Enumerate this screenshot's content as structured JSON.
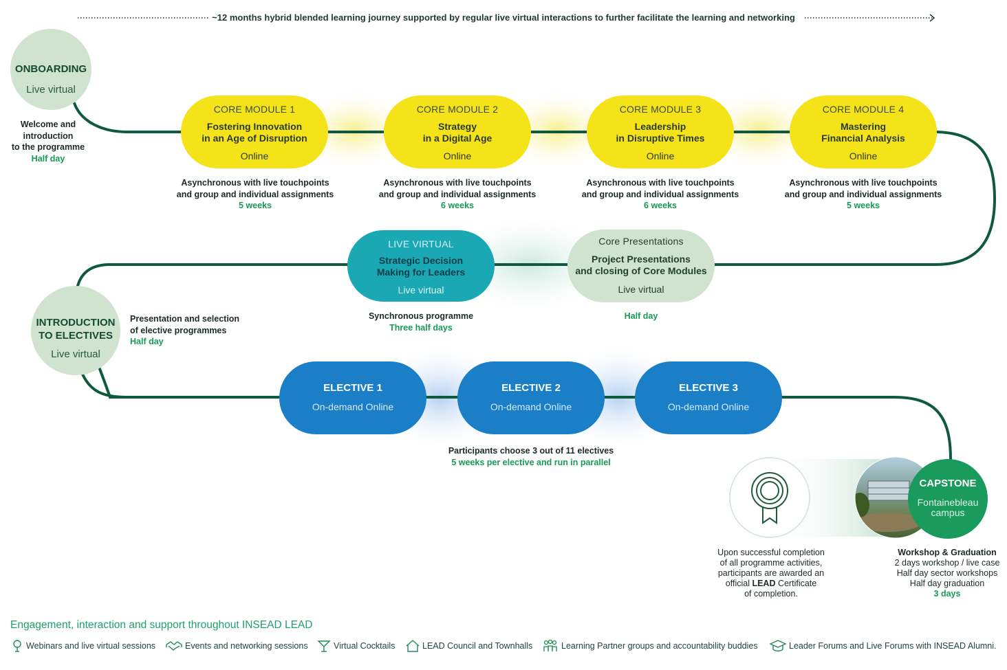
{
  "header": "~12 months hybrid blended learning journey supported by regular live virtual interactions to further facilitate the learning and networking",
  "onboarding": {
    "title": "ONBOARDING",
    "mode": "Live virtual",
    "desc_lines": [
      "Welcome and",
      "introduction",
      "to the programme"
    ],
    "duration": "Half day"
  },
  "core_modules": [
    {
      "label": "CORE MODULE 1",
      "title_lines": [
        "Fostering Innovation",
        "in an Age of Disruption"
      ],
      "mode": "Online",
      "desc_lines": [
        "Asynchronous with live touchpoints",
        "and group and individual assignments"
      ],
      "duration": "5 weeks"
    },
    {
      "label": "CORE MODULE 2",
      "title_lines": [
        "Strategy",
        "in a Digital Age"
      ],
      "mode": "Online",
      "desc_lines": [
        "Asynchronous with live touchpoints",
        "and group and individual assignments"
      ],
      "duration": "6 weeks"
    },
    {
      "label": "CORE MODULE 3",
      "title_lines": [
        "Leadership",
        "in Disruptive Times"
      ],
      "mode": "Online",
      "desc_lines": [
        "Asynchronous with live touchpoints",
        "and group and individual assignments"
      ],
      "duration": "6 weeks"
    },
    {
      "label": "CORE MODULE 4",
      "title_lines": [
        "Mastering",
        "Financial Analysis"
      ],
      "mode": "Online",
      "desc_lines": [
        "Asynchronous with live touchpoints",
        "and group and individual assignments"
      ],
      "duration": "5 weeks"
    }
  ],
  "live_virtual": {
    "label": "LIVE VIRTUAL",
    "title_lines": [
      "Strategic Decision",
      "Making for Leaders"
    ],
    "mode": "Live virtual",
    "desc": "Synchronous programme",
    "duration": "Three half days"
  },
  "core_presentations": {
    "label": "Core Presentations",
    "title_lines": [
      "Project Presentations",
      "and closing of Core Modules"
    ],
    "mode": "Live virtual",
    "duration": "Half day"
  },
  "intro_electives": {
    "title_lines": [
      "INTRODUCTION",
      "TO ELECTIVES"
    ],
    "mode": "Live virtual",
    "desc_lines": [
      "Presentation and selection",
      "of elective programmes"
    ],
    "duration": "Half day"
  },
  "electives": [
    {
      "title": "ELECTIVE 1",
      "mode": "On-demand Online"
    },
    {
      "title": "ELECTIVE 2",
      "mode": "On-demand Online"
    },
    {
      "title": "ELECTIVE 3",
      "mode": "On-demand Online"
    }
  ],
  "electives_desc": "Participants choose 3 out of 11 electives",
  "electives_duration": "5 weeks per elective and run in parallel",
  "certificate": {
    "line1": "Upon successful completion",
    "line2": "of all programme activities,",
    "line3": "participants are awarded an",
    "line4_pre": "official ",
    "line4_bold": "LEAD",
    "line4_post": " Certificate",
    "line5": "of completion."
  },
  "capstone": {
    "title": "CAPSTONE",
    "location_lines": [
      "Fontainebleau",
      "campus"
    ],
    "desc_title": "Workshop & Graduation",
    "desc_lines": [
      "2 days workshop / live case",
      "Half day sector workshops",
      "Half day graduation"
    ],
    "duration": "3 days"
  },
  "footer": {
    "title": "Engagement, interaction and support throughout INSEAD LEAD",
    "items": [
      {
        "icon": "microphone-icon",
        "label": "Webinars and live virtual sessions"
      },
      {
        "icon": "handshake-icon",
        "label": "Events and networking sessions"
      },
      {
        "icon": "cocktail-icon",
        "label": "Virtual Cocktails"
      },
      {
        "icon": "house-icon",
        "label": "LEAD Council and Townhalls"
      },
      {
        "icon": "people-group-icon",
        "label": "Learning Partner groups and accountability buddies"
      },
      {
        "icon": "graduation-cap-icon",
        "label": "Leader Forums and Live Forums with INSEAD Alumni."
      }
    ]
  },
  "colors": {
    "path": "#0f5a3c",
    "yellow": "#f5e31a",
    "teal": "#1aa8b5",
    "sage": "#cfe3cf",
    "blue": "#1a7fc7",
    "capstone": "#1a9a5c",
    "accent_green": "#179a55"
  }
}
